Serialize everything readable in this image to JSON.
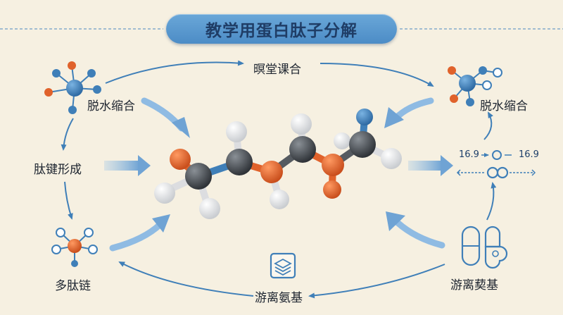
{
  "title": "教学用蛋白肽子分解",
  "labels": {
    "top_center": "暝堂课合",
    "top_left": "脱水缩合",
    "top_right": "脱水缩合",
    "mid_left": "肽键形成",
    "bottom_left": "多肽链",
    "bottom_center": "游离氨基",
    "bottom_right": "游离葜基"
  },
  "numbers": {
    "left": "16.9",
    "right": "16.9"
  },
  "colors": {
    "background": "#f6f0e1",
    "title_pill": "#5a98cf",
    "arrow_blue": "#3f7fb8",
    "atom_orange": "#e0622b",
    "atom_blue": "#3f7fb8",
    "atom_gray": "#4a4f55",
    "atom_white": "#f2f2f2"
  },
  "icons": [
    "molecule-node-icon",
    "peptide-chain-icon",
    "layers-cube-icon",
    "capsule-pills-icon",
    "peptide-molecule-3d"
  ]
}
